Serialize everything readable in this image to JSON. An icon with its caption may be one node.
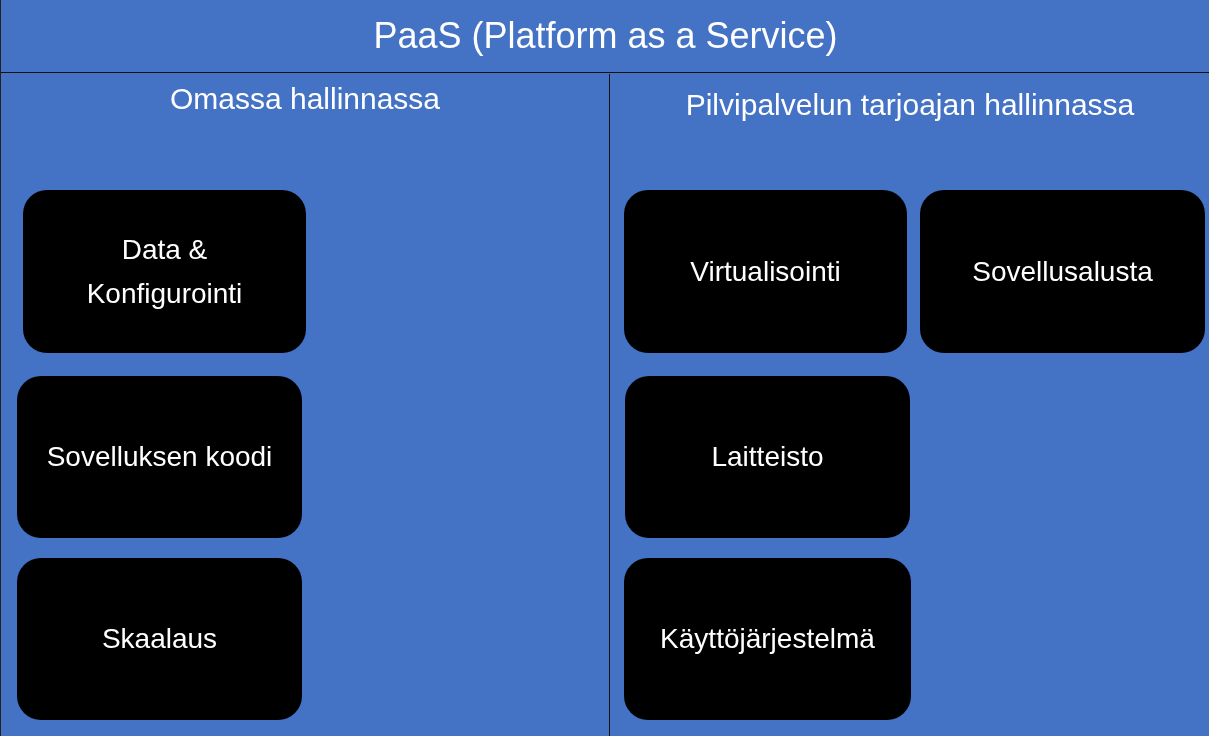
{
  "diagram": {
    "title": "PaaS (Platform as a Service)",
    "nodes": [
      {
        "text": [
          "Omassa hallinnassa"
        ]
      },
      {
        "text": [
          "Data & Konfigurointi"
        ],
        "in": 0
      },
      {
        "text": [
          "Sovelluksen koodi"
        ],
        "in": 0
      },
      {
        "text": [
          "Skaalaus"
        ],
        "in": 0
      },
      {
        "text": [
          "Pilvipalvelun tarjoajan hallinnassa"
        ]
      },
      {
        "text": [
          "Virtualisointi"
        ],
        "in": 4
      },
      {
        "text": [
          "Sovellusalusta"
        ],
        "in": 4
      },
      {
        "text": [
          "Laitteisto"
        ],
        "in": 4
      },
      {
        "text": [
          "Käyttöjärjestelmä"
        ],
        "in": 4
      }
    ]
  }
}
